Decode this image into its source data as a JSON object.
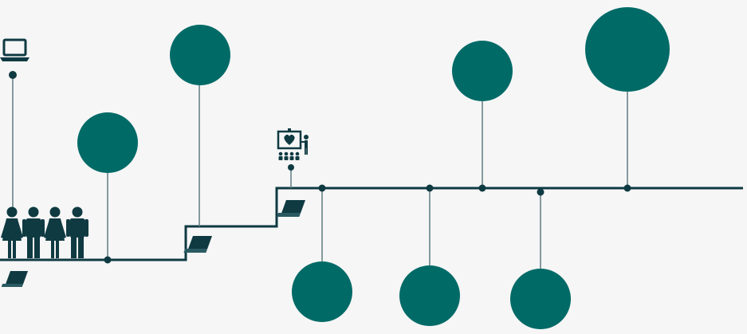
{
  "colors": {
    "accent": "#006a67",
    "line": "#0f3a42",
    "background": "#f6f6f6"
  },
  "icons": {
    "top_left": "laptop-icon",
    "people": "people-group-icon",
    "presentation": "presentation-audience-icon",
    "book": "book-icon"
  },
  "milestones": [
    {
      "id": "m1",
      "side": "above",
      "size": "medium"
    },
    {
      "id": "m2",
      "side": "above",
      "size": "medium"
    },
    {
      "id": "m3",
      "side": "below",
      "size": "medium"
    },
    {
      "id": "m4",
      "side": "below",
      "size": "medium"
    },
    {
      "id": "m5",
      "side": "above",
      "size": "medium"
    },
    {
      "id": "m6",
      "side": "below",
      "size": "medium"
    },
    {
      "id": "m7",
      "side": "above",
      "size": "large"
    }
  ]
}
